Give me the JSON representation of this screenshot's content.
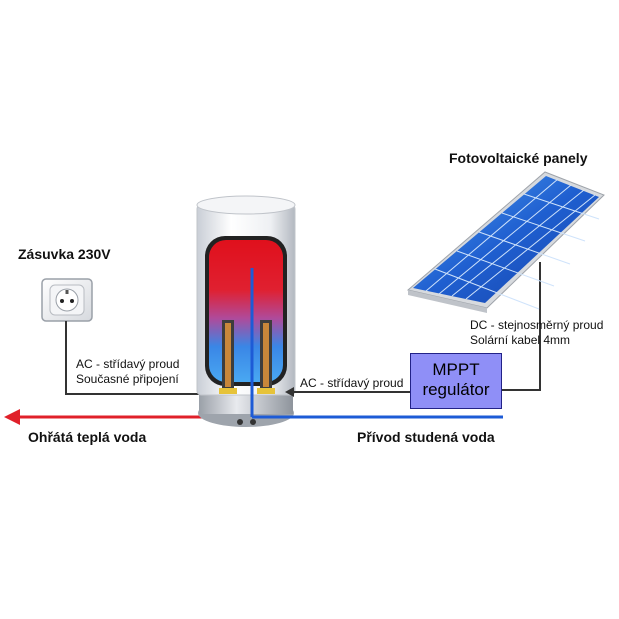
{
  "labels": {
    "socket": "Zásuvka 230V",
    "solar_panels": "Fotovoltaické panely",
    "dc_line1": "DC - stejnosměrný proud",
    "dc_line2": "Solární kabel 4mm",
    "ac_left_line1": "AC - střídavý proud",
    "ac_left_line2": "Současné připojení",
    "ac_mid": "AC - střídavý proud",
    "mppt_line1": "MPPT",
    "mppt_line2": "regulátor",
    "hot_water": "Ohřátá teplá voda",
    "cold_water": "Přívod studená voda"
  },
  "colors": {
    "hot_pipe": "#e0202a",
    "cold_pipe": "#1d5bd6",
    "cable": "#333333",
    "mppt_box": "#8f8ff7",
    "panel": "#1f5fd0"
  },
  "icons": [
    "wall-socket-icon",
    "water-heater-icon",
    "solar-panel-icon",
    "arrow-left-icon"
  ]
}
